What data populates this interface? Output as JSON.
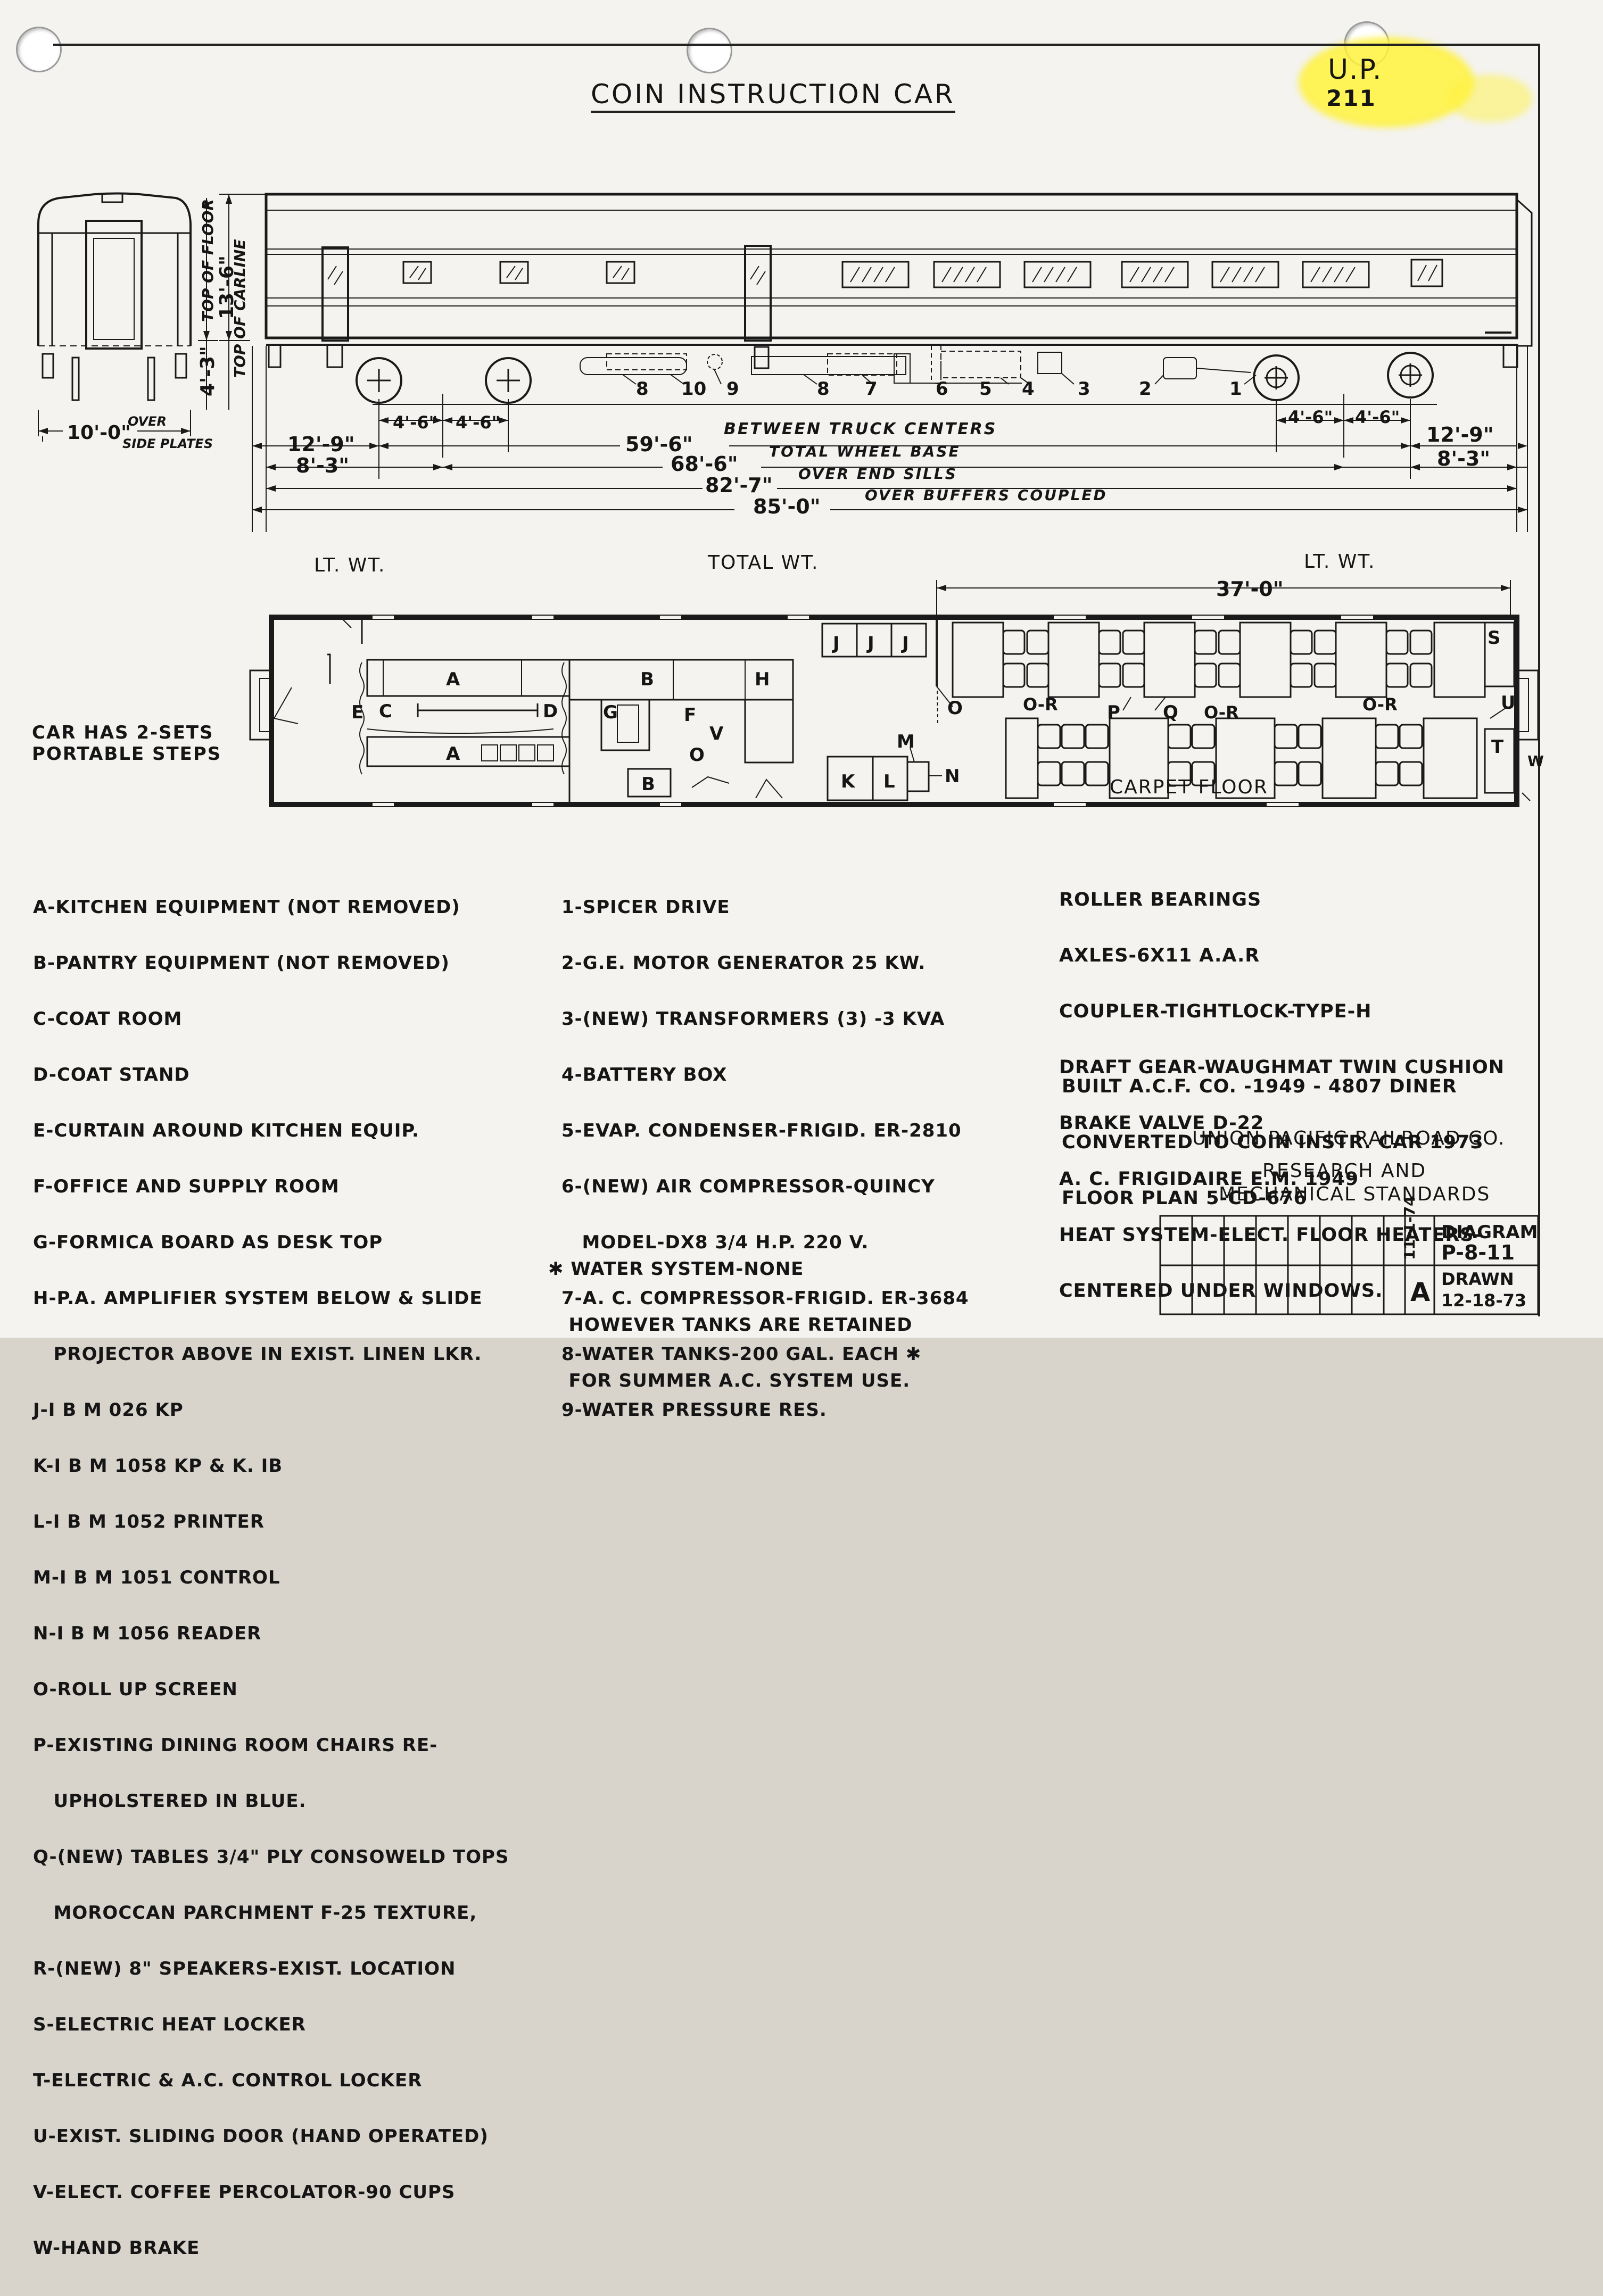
{
  "sheet_id": {
    "line1": "U.P.",
    "line2": "211"
  },
  "title": "COIN INSTRUCTION CAR",
  "end_view": {
    "width_label": "10'-0\"",
    "width_note_1": "OVER",
    "width_note_2": "SIDE PLATES",
    "height_floor_label": "4'-3\"",
    "height_floor_note": "TOP OF FLOOR",
    "height_carline_label": "13'-6\"",
    "height_carline_note": "TOP OF CARLINE"
  },
  "equipment_callouts": [
    "8",
    "10",
    "9",
    "8",
    "7",
    "6",
    "5",
    "4",
    "3",
    "2",
    "1"
  ],
  "dimensions": {
    "left_truck_end": "12'-9\"",
    "left_wheel_end": "8'-3\"",
    "left_axle_1": "4'-6\"",
    "left_axle_2": "4'-6\"",
    "right_axle_1": "4'-6\"",
    "right_axle_2": "4'-6\"",
    "right_truck_end": "12'-9\"",
    "right_wheel_end": "8'-3\"",
    "truck_centers": "59'-6\"",
    "truck_centers_note": "BETWEEN TRUCK CENTERS",
    "wheel_base": "68'-6\"",
    "wheel_base_note": "TOTAL WHEEL BASE",
    "end_sills": "82'-7\"",
    "end_sills_note": "OVER END SILLS",
    "buffers": "85'-0\"",
    "buffers_note": "OVER BUFFERS COUPLED",
    "dining_length": "37'-0\""
  },
  "weights": {
    "left": "LT. WT.",
    "center": "TOTAL WT.",
    "right": "LT. WT."
  },
  "plan_notes": {
    "steps_1": "CAR HAS 2-SETS",
    "steps_2": "PORTABLE STEPS",
    "carpet": "CARPET FLOOR"
  },
  "plan_labels": {
    "A": "A",
    "B": "B",
    "C": "C",
    "D": "D",
    "E": "E",
    "F": "F",
    "G": "G",
    "H": "H",
    "J": "J",
    "K": "K",
    "L": "L",
    "M": "M",
    "N": "N",
    "O": "O",
    "P": "P",
    "Q": "Q",
    "S": "S",
    "T": "T",
    "U": "U",
    "V": "V",
    "W": "W",
    "OR": "O-R"
  },
  "legend_letters": [
    "A-KITCHEN EQUIPMENT (NOT REMOVED)",
    "B-PANTRY EQUIPMENT (NOT REMOVED)",
    "C-COAT ROOM",
    "D-COAT STAND",
    "E-CURTAIN AROUND KITCHEN EQUIP.",
    "F-OFFICE AND SUPPLY ROOM",
    "G-FORMICA BOARD AS DESK TOP",
    "H-P.A. AMPLIFIER SYSTEM BELOW & SLIDE",
    "   PROJECTOR ABOVE IN EXIST. LINEN LKR.",
    "J-I B M 026 KP",
    "K-I B M 1058 KP & K. IB",
    "L-I B M 1052 PRINTER",
    "M-I B M 1051 CONTROL",
    "N-I B M 1056 READER",
    "O-ROLL UP SCREEN",
    "P-EXISTING DINING ROOM CHAIRS RE-",
    "   UPHOLSTERED IN BLUE.",
    "Q-(NEW) TABLES 3/4\" PLY CONSOWELD TOPS",
    "   MOROCCAN PARCHMENT F-25 TEXTURE,",
    "R-(NEW) 8\" SPEAKERS-EXIST. LOCATION",
    "S-ELECTRIC HEAT LOCKER",
    "T-ELECTRIC & A.C. CONTROL LOCKER",
    "U-EXIST. SLIDING DOOR (HAND OPERATED)",
    "V-ELECT. COFFEE PERCOLATOR-90 CUPS",
    "W-HAND BRAKE"
  ],
  "legend_numbers": [
    "1-SPICER DRIVE",
    "2-G.E. MOTOR GENERATOR 25 KW.",
    "3-(NEW) TRANSFORMERS (3) -3 KVA",
    "4-BATTERY BOX",
    "5-EVAP. CONDENSER-FRIGID. ER-2810",
    "6-(NEW) AIR COMPRESSOR-QUINCY",
    "   MODEL-DX8 3/4 H.P. 220 V.",
    "7-A. C. COMPRESSOR-FRIGID. ER-3684",
    "8-WATER TANKS-200 GAL. EACH ✱",
    "9-WATER PRESSURE RES."
  ],
  "water_note": [
    "✱ WATER SYSTEM-NONE",
    "   HOWEVER TANKS ARE RETAINED",
    "   FOR SUMMER A.C. SYSTEM USE."
  ],
  "specs": [
    "ROLLER BEARINGS",
    "AXLES-6X11 A.A.R",
    "COUPLER-TIGHTLOCK-TYPE-H",
    "DRAFT GEAR-WAUGHMAT TWIN CUSHION",
    "BRAKE VALVE D-22",
    "A. C. FRIGIDAIRE E.M. 1949",
    "HEAT SYSTEM-ELECT. FLOOR HEATERS-",
    "CENTERED UNDER WINDOWS."
  ],
  "build": [
    "BUILT A.C.F. CO. -1949 - 4807 DINER",
    "CONVERTED TO COIN INSTR. CAR 1973",
    "FLOOR PLAN 5-CD-676"
  ],
  "company": {
    "name": "UNION PACIFIC RAILROAD CO.",
    "dept_1": "RESEARCH AND",
    "dept_2": "MECHANICAL STANDARDS"
  },
  "title_block": {
    "date_vertical": "11-1-74",
    "revision": "A",
    "diagram_label": "DIAGRAM",
    "diagram_value": "P-8-11",
    "drawn_label": "DRAWN",
    "drawn_value": "12-18-73"
  }
}
